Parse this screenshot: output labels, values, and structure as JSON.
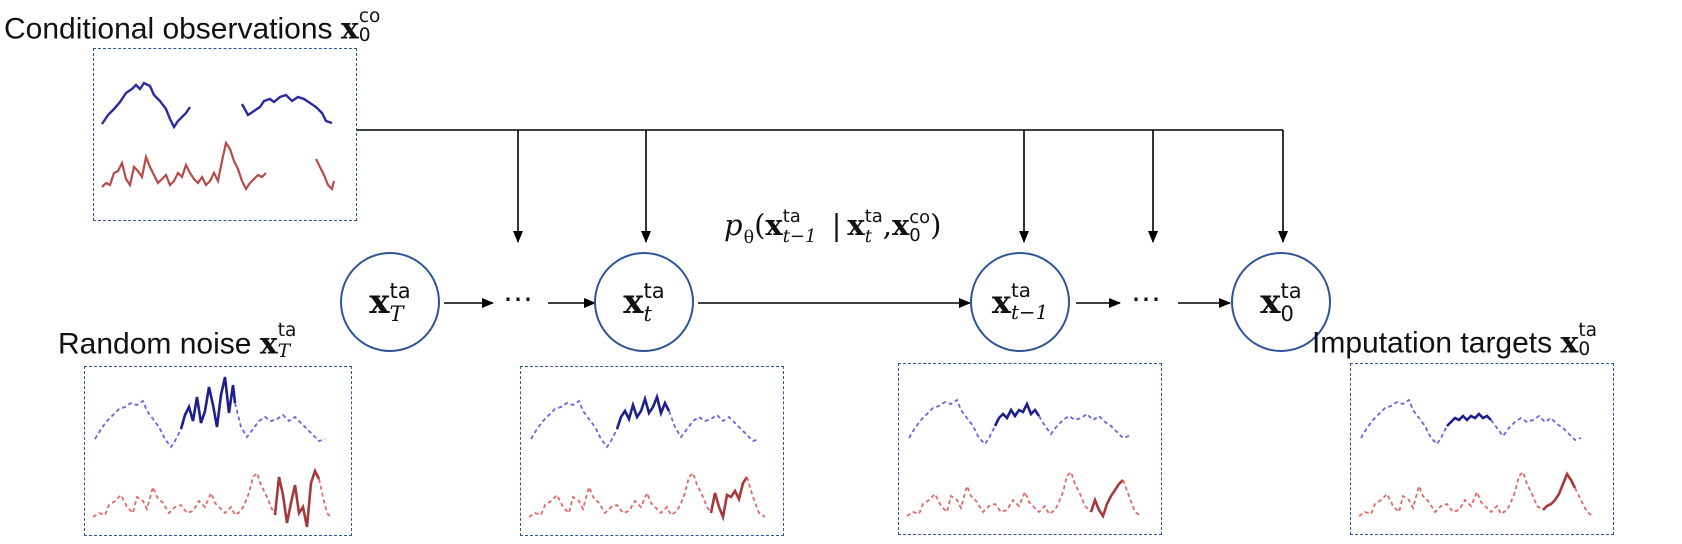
{
  "labels": {
    "conditional": "Conditional observations",
    "random_noise": "Random noise",
    "imputation_targets": "Imputation targets"
  },
  "math": {
    "x": "x",
    "co": "co",
    "ta": "ta",
    "zero": "0",
    "T": "T",
    "t": "t",
    "tminus1": "t−1",
    "p": "p",
    "theta": "θ",
    "open": "(",
    "bar": "|",
    "comma": ",",
    "close": ")"
  },
  "ellipsis": "⋯",
  "colors": {
    "node_border": "#2f5597",
    "blue_series": "#2b2b9e",
    "red_series": "#b94a4a",
    "blue_noise": "#6666e0",
    "red_noise": "#e06a6a"
  }
}
